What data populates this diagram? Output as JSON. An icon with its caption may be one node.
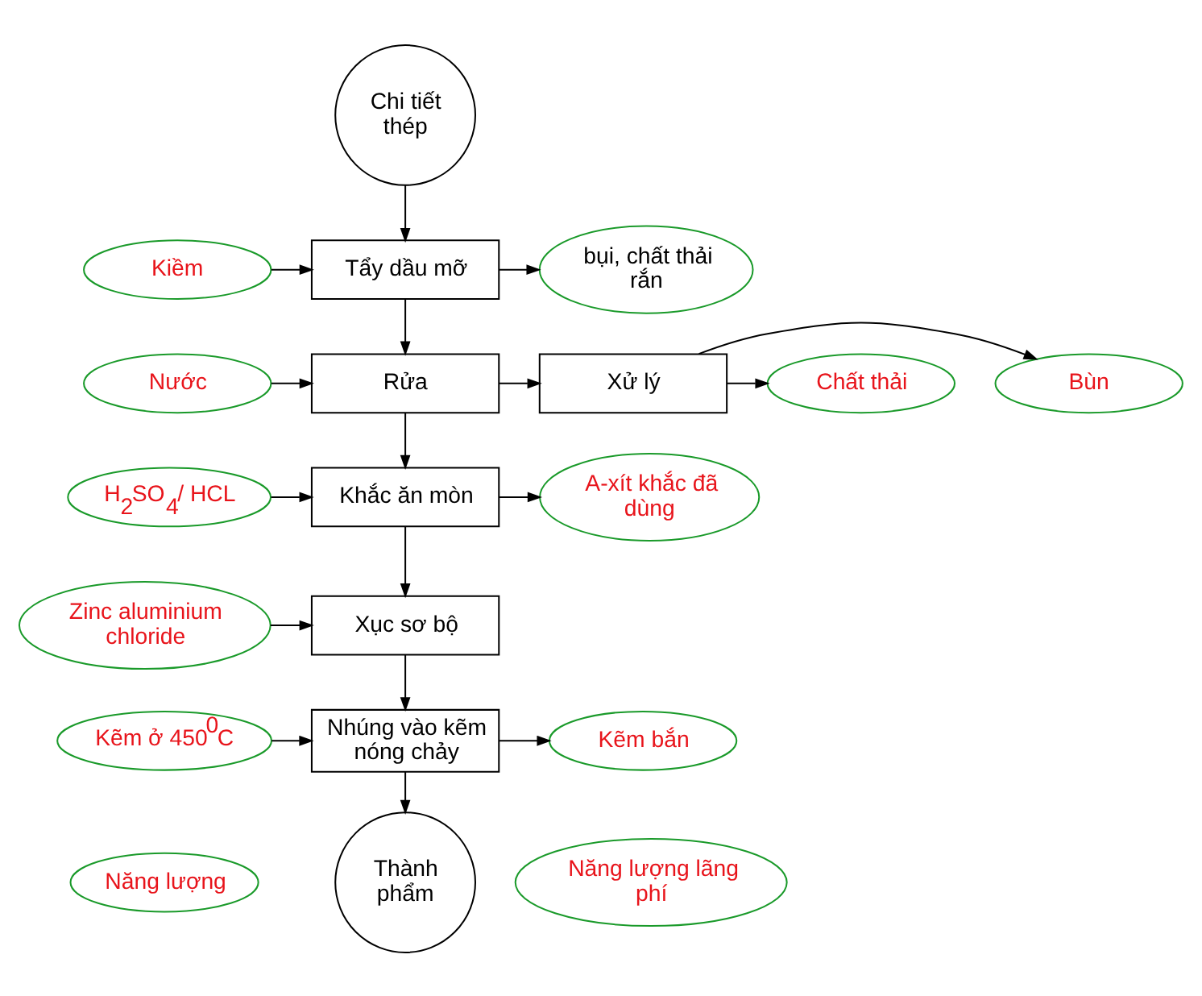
{
  "diagram": {
    "nodes": [
      {
        "text": [
          "Chi tiết thép"
        ]
      },
      {
        "text": [
          "Tẩy dầu mỡ"
        ]
      },
      {
        "text": [
          "Kiềm"
        ]
      },
      {
        "text": [
          "bụi, chất thải rắn"
        ]
      },
      {
        "text": [
          "Nước"
        ]
      },
      {
        "text": [
          "Rửa"
        ]
      },
      {
        "text": [
          "Xử lý"
        ]
      },
      {
        "text": [
          "Chất thải"
        ]
      },
      {
        "text": [
          "Bùn"
        ]
      },
      {
        "text": [
          "H$_{2}$SO$_{4}$/ HCL"
        ]
      },
      {
        "text": [
          "Khắc ăn mòn"
        ]
      },
      {
        "text": [
          "A-xít khắc đã dùng"
        ]
      },
      {
        "text": [
          "Zinc aluminium chloride"
        ]
      },
      {
        "text": [
          "Xục sơ bộ"
        ]
      },
      {
        "text": [
          "Kẽm ở 450$^{0}$C"
        ]
      },
      {
        "text": [
          "Năng lượng"
        ]
      },
      {
        "text": [
          "Nhúng vào kẽm nóng chảy"
        ]
      },
      {
        "text": [
          "Kẽm bắn"
        ]
      },
      {
        "text": [
          "Năng lượng lãng phí"
        ]
      },
      {
        "text": [
          "Thành phẩm"
        ]
      }
    ],
    "edges": [
      {
        "from": 0,
        "to": 1,
        "arrow": "to"
      },
      {
        "from": 2,
        "to": 1,
        "arrow": "to"
      },
      {
        "from": 1,
        "to": 3,
        "arrow": "to"
      },
      {
        "from": 1,
        "to": 5,
        "arrow": "to"
      },
      {
        "from": 4,
        "to": 5,
        "arrow": "to"
      },
      {
        "from": 5,
        "to": 6,
        "arrow": "to"
      },
      {
        "from": 6,
        "to": 7,
        "arrow": "to"
      },
      {
        "from": 6,
        "to": 8,
        "arrow": "to"
      },
      {
        "from": 5,
        "to": 10,
        "arrow": "to"
      },
      {
        "from": 9,
        "to": 10,
        "arrow": "to"
      },
      {
        "from": 10,
        "to": 11,
        "arrow": "to"
      },
      {
        "from": 10,
        "to": 13,
        "arrow": "to"
      },
      {
        "from": 12,
        "to": 13,
        "arrow": "to"
      },
      {
        "from": 13,
        "to": 16,
        "arrow": "to"
      },
      {
        "from": 14,
        "to": 16,
        "arrow": "to"
      },
      {
        "from": 16,
        "to": 17,
        "arrow": "to"
      },
      {
        "from": 16,
        "to": 19,
        "arrow": "to"
      }
    ]
  }
}
